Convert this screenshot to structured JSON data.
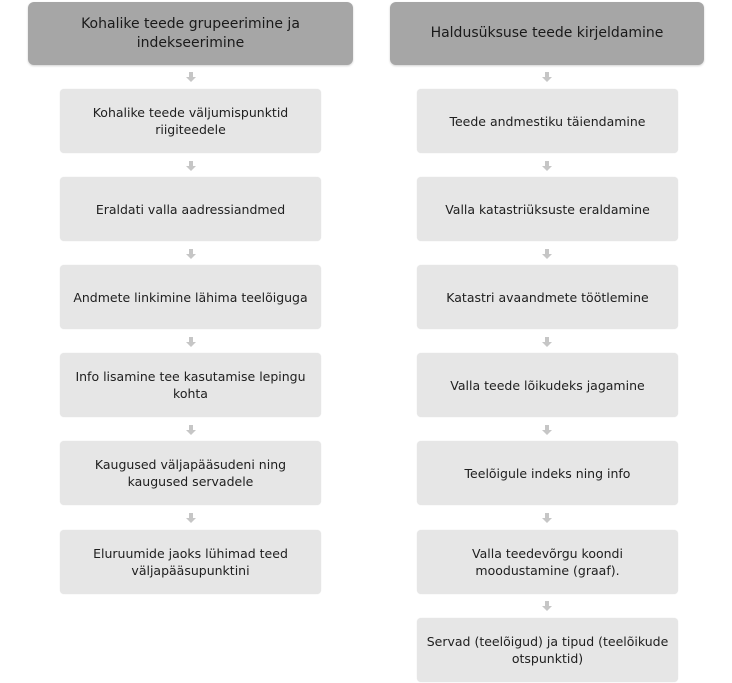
{
  "columns": [
    {
      "header": "Kohalike teede grupeerimine ja indekseerimine",
      "steps": [
        "Kohalike teede väljumispunktid riigiteedele",
        "Eraldati valla aadressiandmed",
        "Andmete linkimine lähima teelõiguga",
        "Info lisamine tee kasutamise lepingu kohta",
        "Kaugused väljapääsudeni ning kaugused servadele",
        "Eluruumide jaoks lühimad teed väljapääsupunktini"
      ]
    },
    {
      "header": "Haldusüksuse teede kirjeldamine",
      "steps": [
        "Teede andmestiku täiendamine",
        "Valla katastriüksuste eraldamine",
        "Katastri avaandmete töötlemine",
        "Valla teede lõikudeks jagamine",
        "Teelõigule indeks ning info",
        "Valla teedevõrgu koondi moodustamine (graaf).",
        "Servad (teelõigud) ja tipud (teelõikude otspunktid)"
      ]
    }
  ]
}
